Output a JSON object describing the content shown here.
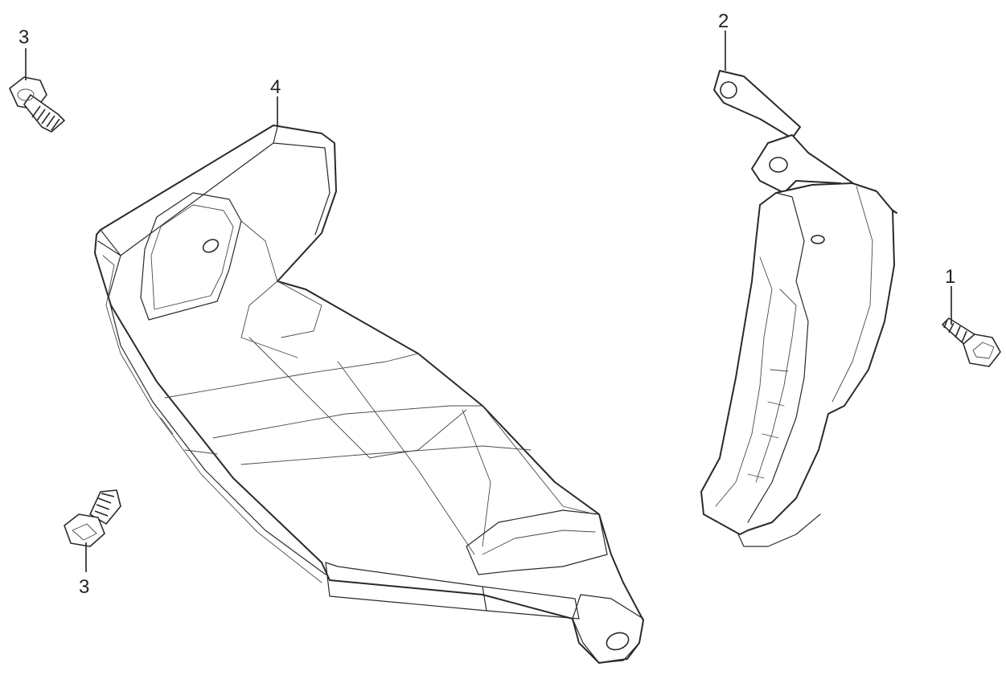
{
  "diagram": {
    "callouts": {
      "bolt_right": "1",
      "bracket": "2",
      "bolt_top_left": "3",
      "bolt_bottom_left": "3",
      "guard": "4"
    },
    "colors": {
      "line": "#2a2a2a",
      "background": "#ffffff"
    }
  }
}
